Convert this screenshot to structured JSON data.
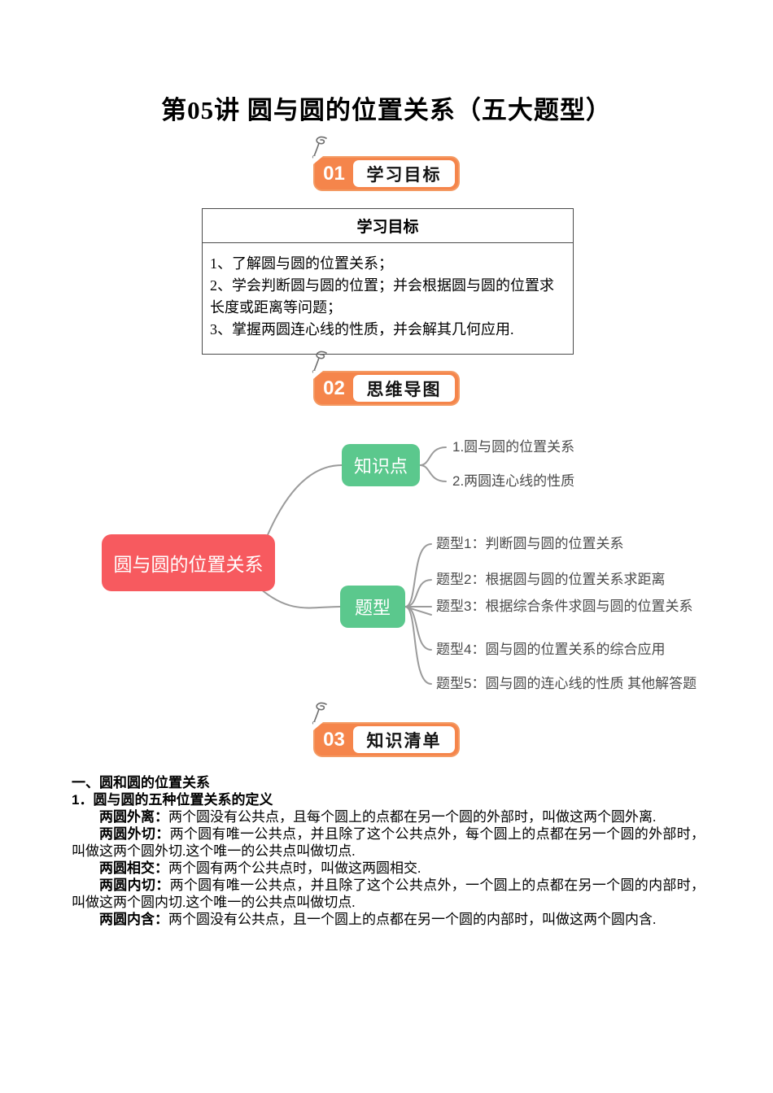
{
  "page": {
    "title": "第05讲 圆与圆的位置关系（五大题型）"
  },
  "badges": [
    {
      "num": "01",
      "label": "学习目标"
    },
    {
      "num": "02",
      "label": "思维导图"
    },
    {
      "num": "03",
      "label": "知识清单"
    }
  ],
  "objectives": {
    "header": "学习目标",
    "items": [
      "1、了解圆与圆的位置关系；",
      "2、学会判断圆与圆的位置；并会根据圆与圆的位置求长度或距离等问题；",
      "3、掌握两圆连心线的性质，并会解其几何应用."
    ]
  },
  "mindmap": {
    "root": "圆与圆的位置关系",
    "branches": [
      {
        "label": "知识点",
        "children": [
          "1.圆与圆的位置关系",
          "2.两圆连心线的性质"
        ]
      },
      {
        "label": "题型",
        "children": [
          "题型1：判断圆与圆的位置关系",
          "题型2：根据圆与圆的位置关系求距离",
          "题型3：根据综合条件求圆与圆的位置关系",
          "题型4：圆与圆的位置关系的综合应用",
          "题型5：圆与圆的连心线的性质 其他解答题"
        ]
      }
    ],
    "colors": {
      "root_node": "#f75a5f",
      "branch_node": "#5bc88d",
      "connector": "#9b9b9b",
      "leaf_text": "#4a4a4a"
    }
  },
  "badge_colors": {
    "fill": "#f5854b",
    "border": "#f49a63",
    "number_text": "#ffffff",
    "label_text": "#141414"
  },
  "knowledge": {
    "heading1": "一、圆和圆的位置关系",
    "heading2": "1．圆与圆的五种位置关系的定义",
    "paragraphs": [
      {
        "term": "两圆外离：",
        "text": "两个圆没有公共点，且每个圆上的点都在另一个圆的外部时，叫做这两个圆外离."
      },
      {
        "term": "两圆外切：",
        "text": "两个圆有唯一公共点，并且除了这个公共点外，每个圆上的点都在另一个圆的外部时，叫做这两个圆外切.这个唯一的公共点叫做切点."
      },
      {
        "term": "两圆相交：",
        "text": "两个圆有两个公共点时，叫做这两圆相交."
      },
      {
        "term": "两圆内切：",
        "text": "两个圆有唯一公共点，并且除了这个公共点外，一个圆上的点都在另一个圆的内部时，叫做这两个圆内切.这个唯一的公共点叫做切点."
      },
      {
        "term": "两圆内含：",
        "text": "两个圆没有公共点，且一个圆上的点都在另一个圆的内部时，叫做这两个圆内含."
      }
    ]
  }
}
